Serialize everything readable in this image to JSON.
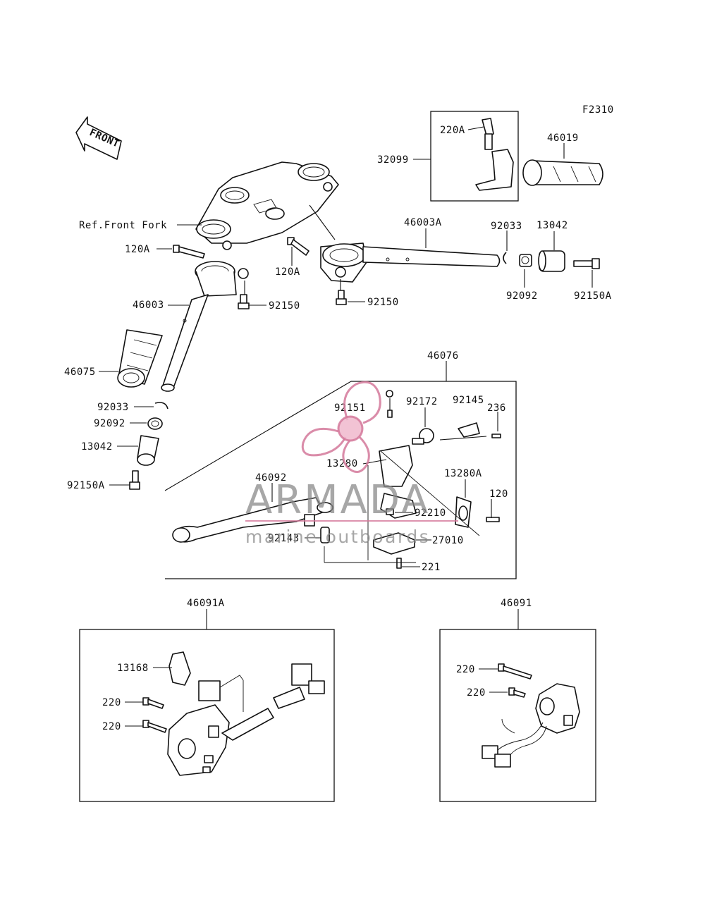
{
  "figure_code": "F2310",
  "front_arrow_label": "FRONT",
  "ref_label": "Ref.Front Fork",
  "watermark": {
    "brand": "ARMADA",
    "tagline": "marine outboards",
    "accent_color": "#d4789a"
  },
  "part_labels": {
    "p220A": "220A",
    "p32099": "32099",
    "p46019": "46019",
    "p46003A": "46003A",
    "p92033_r": "92033",
    "p13042_r": "13042",
    "p120A_l": "120A",
    "p120A_c": "120A",
    "p92092_r": "92092",
    "p92150A_r": "92150A",
    "p46003": "46003",
    "p92150_l": "92150",
    "p92150_c": "92150",
    "p46076": "46076",
    "p46075": "46075",
    "p92033_l": "92033",
    "p92092_l": "92092",
    "p13042_l": "13042",
    "p92150A_l": "92150A",
    "p92151": "92151",
    "p92172": "92172",
    "p92145": "92145",
    "p236": "236",
    "p13280": "13280",
    "p13280A": "13280A",
    "p46092": "46092",
    "p120": "120",
    "p92210": "92210",
    "p92143": "92143",
    "p27010": "27010",
    "p221": "221",
    "p46091A": "46091A",
    "p46091": "46091",
    "p13168": "13168",
    "p220_a": "220",
    "p220_b": "220",
    "p220_c": "220",
    "p220_d": "220"
  }
}
